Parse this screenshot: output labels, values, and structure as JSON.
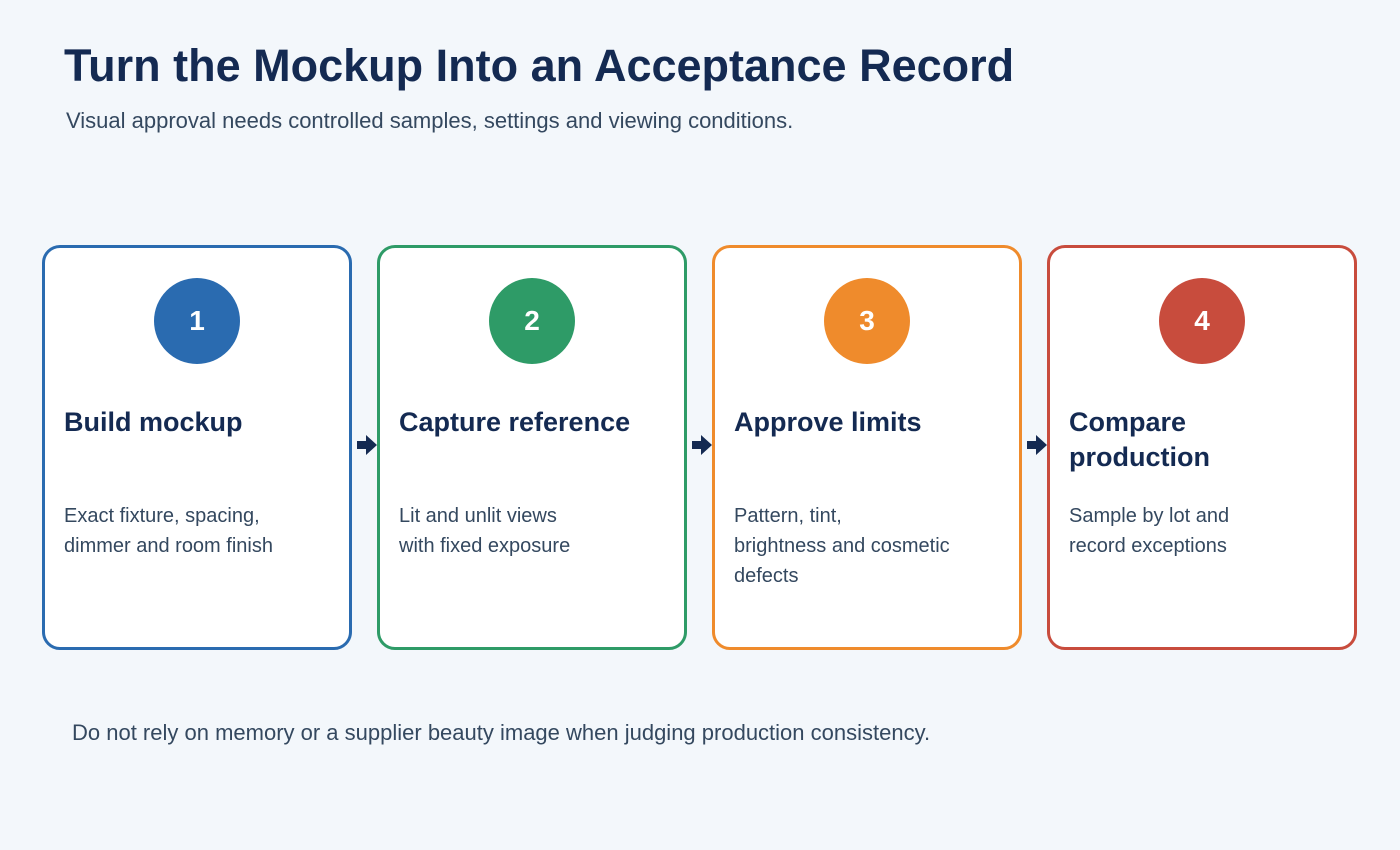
{
  "title": "Turn the Mockup Into an Acceptance Record",
  "subtitle": "Visual approval needs controlled samples, settings and viewing conditions.",
  "steps": [
    {
      "number": "1",
      "title": "Build mockup",
      "desc_lines": [
        "Exact fixture, spacing,",
        "dimmer and room finish"
      ],
      "color": "#2a6bb0"
    },
    {
      "number": "2",
      "title": "Capture reference",
      "desc_lines": [
        "Lit and unlit views",
        "with fixed exposure"
      ],
      "color": "#2e9b67"
    },
    {
      "number": "3",
      "title": "Approve limits",
      "desc_lines": [
        "Pattern, tint,",
        "brightness and cosmetic",
        "defects"
      ],
      "color": "#ef8b2c"
    },
    {
      "number": "4",
      "title": "Compare production",
      "desc_lines": [
        "Sample by lot and",
        "record exceptions"
      ],
      "color": "#c84c3d"
    }
  ],
  "arrow_color": "#142a52",
  "footer": "Do not rely on memory or a supplier beauty image when judging production consistency."
}
